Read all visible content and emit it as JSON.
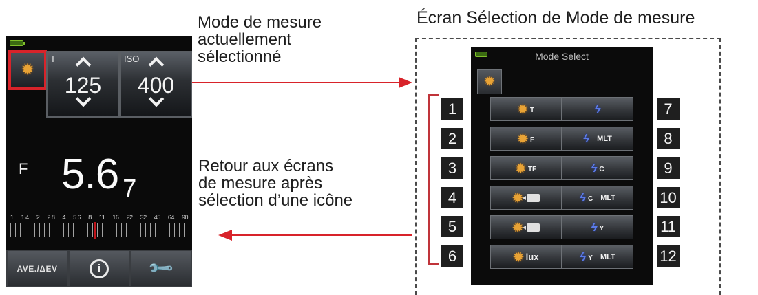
{
  "left_screen": {
    "mode_icon": "sun-ambient-icon",
    "shutter": {
      "label": "T",
      "value": "125"
    },
    "iso": {
      "label": "ISO",
      "value": "400"
    },
    "aperture": {
      "label": "F",
      "value": "5.6",
      "tenths": "7"
    },
    "scale_labels": [
      "1",
      "1.4",
      "2",
      "2.8",
      "4",
      "5.6",
      "8",
      "11",
      "16",
      "22",
      "32",
      "45",
      "64",
      "90"
    ],
    "bottom_buttons": [
      {
        "label": "AVE./ΔEV",
        "icon": ""
      },
      {
        "label": "",
        "icon": "info-cycle-icon"
      },
      {
        "label": "",
        "icon": "wrench-icon"
      }
    ]
  },
  "annotations": {
    "current_mode": [
      "Mode de mesure",
      "actuellement",
      "sélectionné"
    ],
    "return": [
      "Retour aux écrans",
      "de mesure après",
      "sélection d’une icône"
    ],
    "title": "Écran Sélection de Mode de mesure"
  },
  "mode_select": {
    "title": "Mode Select",
    "current_icon": "sun-ambient-icon",
    "left_column": [
      {
        "num": "1",
        "icon": "sun",
        "sub": "T",
        "extra": ""
      },
      {
        "num": "2",
        "icon": "sun",
        "sub": "F",
        "extra": ""
      },
      {
        "num": "3",
        "icon": "sun",
        "sub": "TF",
        "extra": ""
      },
      {
        "num": "4",
        "icon": "sun",
        "sub": "",
        "extra": "cine-camera-a"
      },
      {
        "num": "5",
        "icon": "sun",
        "sub": "",
        "extra": "cine-camera-b"
      },
      {
        "num": "6",
        "icon": "sun",
        "sub": "lux",
        "extra": ""
      }
    ],
    "right_column": [
      {
        "num": "7",
        "icon": "flash",
        "sub": "",
        "extra": ""
      },
      {
        "num": "8",
        "icon": "flash",
        "sub": "",
        "extra": "MLT"
      },
      {
        "num": "9",
        "icon": "flash",
        "sub": "C",
        "extra": ""
      },
      {
        "num": "10",
        "icon": "flash",
        "sub": "C",
        "extra": "MLT"
      },
      {
        "num": "11",
        "icon": "flash",
        "sub": "Y",
        "extra": ""
      },
      {
        "num": "12",
        "icon": "flash",
        "sub": "Y",
        "extra": "MLT"
      }
    ]
  },
  "colors": {
    "highlight_red": "#d8232a",
    "ambient_sun": "#e8a336",
    "flash_blue": "#5b7be8",
    "screen_bg": "#0a0a0a"
  }
}
